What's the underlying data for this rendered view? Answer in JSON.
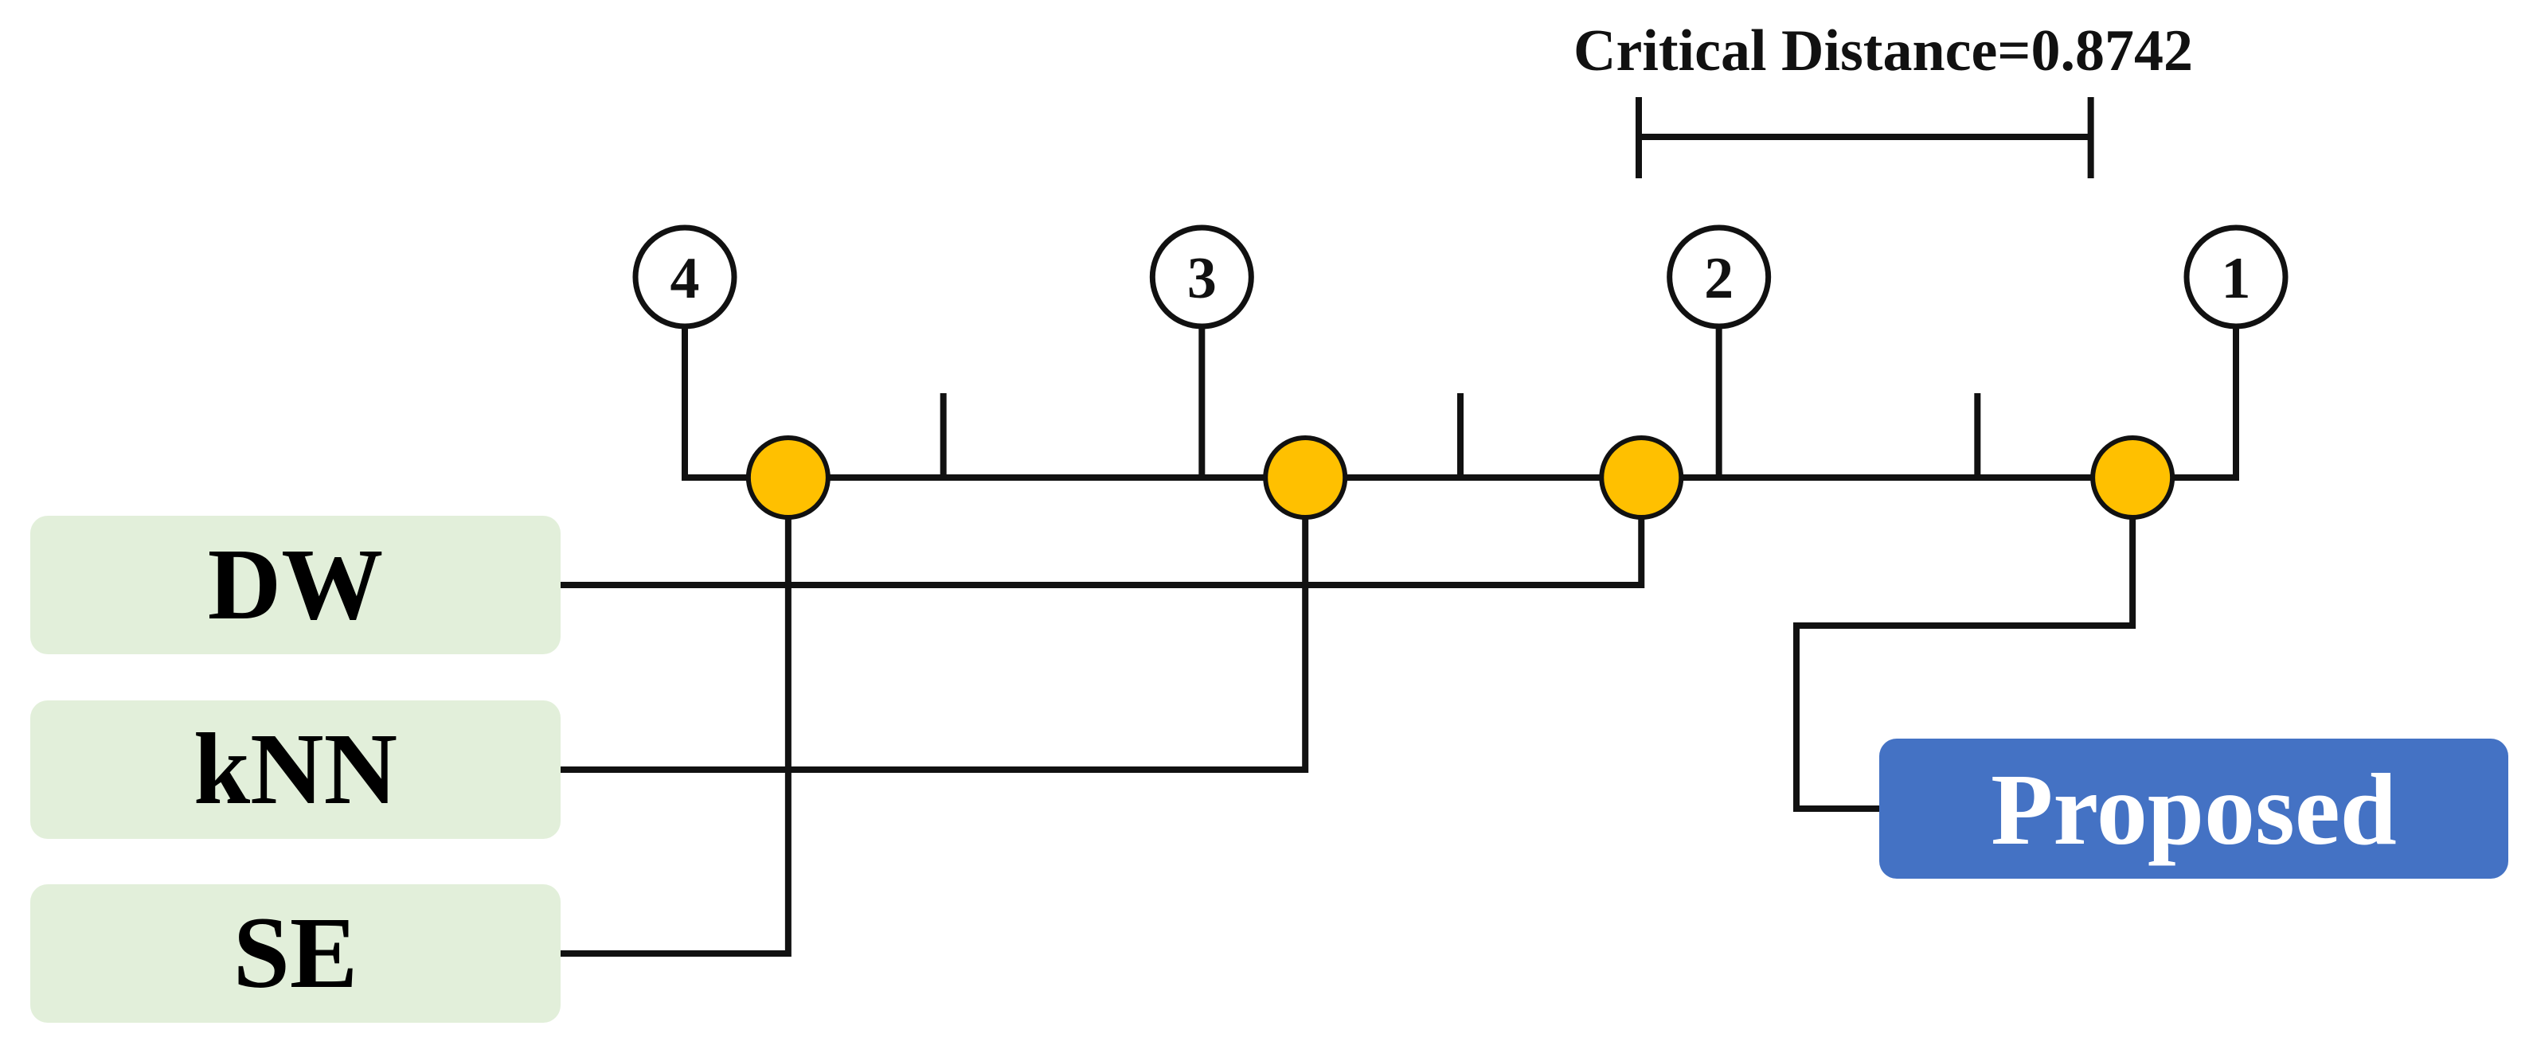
{
  "critical_distance": {
    "label": "Critical Distance=0.8742",
    "value": 0.8742
  },
  "axis": {
    "min": 1,
    "max": 4,
    "tick_labels": [
      "4",
      "3",
      "2",
      "1"
    ],
    "reversed": true
  },
  "methods": [
    {
      "name": "DW",
      "rank": 2.15,
      "side": "left"
    },
    {
      "name": "kNN",
      "rank": 2.8,
      "side": "left"
    },
    {
      "name": "SE",
      "rank": 3.8,
      "side": "left"
    },
    {
      "name": "Proposed",
      "rank": 1.2,
      "side": "right"
    }
  ],
  "colors": {
    "line": "#111111",
    "marker": "#FFC000",
    "left_label_bg": "#E2EFDA",
    "right_label_bg": "#4472C4",
    "left_label_text": "#000000",
    "right_label_text": "#ffffff"
  }
}
